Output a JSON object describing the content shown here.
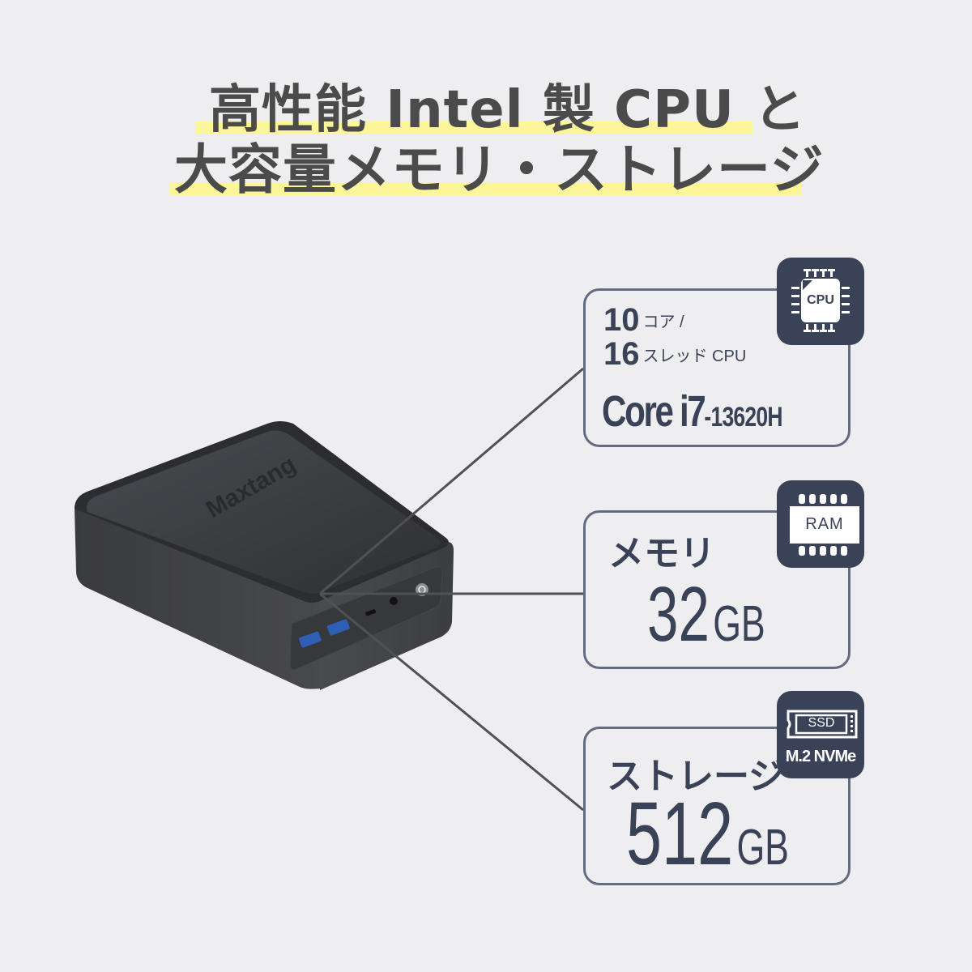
{
  "headline": {
    "line1": "高性能 Intel 製 CPU と",
    "line2": "大容量メモリ・ストレージ",
    "highlight_color": "#fdf59a",
    "text_color": "#4b4b4b"
  },
  "product": {
    "brand": "Maxtang",
    "ports": [
      "usb-a",
      "usb-a",
      "usb-c",
      "audio-jack",
      "power-button"
    ]
  },
  "cpu_card": {
    "cores_num": "10",
    "cores_label": "コア /",
    "threads_num": "16",
    "threads_label": "スレッド CPU",
    "model_main": "Core i7",
    "model_suffix": "-13620H",
    "badge_icon": "cpu-chip-icon",
    "badge_text": "CPU"
  },
  "ram_card": {
    "label": "メモリ",
    "capacity": "32",
    "unit": "GB",
    "badge_icon": "ram-module-icon",
    "badge_text": "RAM"
  },
  "ssd_card": {
    "label": "ストレージ",
    "capacity": "512",
    "unit": "GB",
    "badge_icon": "ssd-m2-icon",
    "badge_text": "SSD",
    "badge_subtext": "M.2 NVMe"
  },
  "colors": {
    "navy": "#394257",
    "card_border": "#646b80",
    "background": "#eeeef0",
    "device_body": "#3d3e42"
  }
}
